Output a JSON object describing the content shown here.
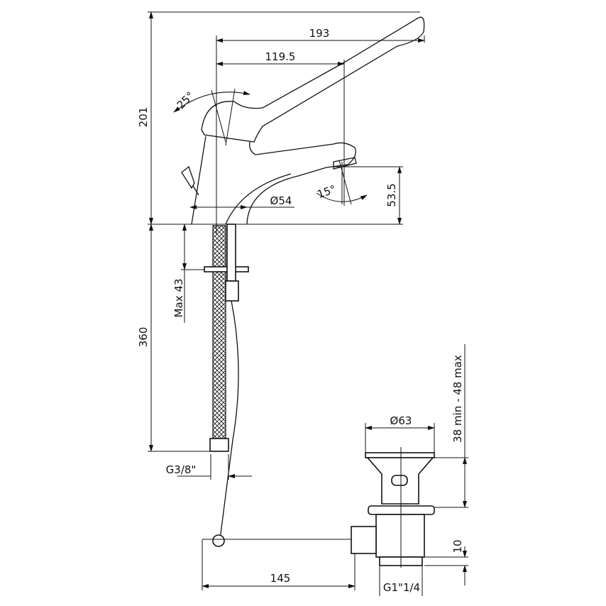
{
  "drawing": {
    "dimensions": {
      "overall_reach": "193",
      "spout_reach": "119.5",
      "lever_angle": "25°",
      "overall_height": "201",
      "spout_angle": "15°",
      "spout_height": "53.5",
      "base_diameter": "Ø54",
      "max_deck_thickness": "Max 43",
      "hose_length": "360",
      "hose_connection": "G3/8\"",
      "drain_diameter": "Ø63",
      "drain_range": "38 min - 48 max",
      "drain_thread_length": "10",
      "rod_length": "145",
      "drain_thread": "G1\"1/4"
    }
  }
}
